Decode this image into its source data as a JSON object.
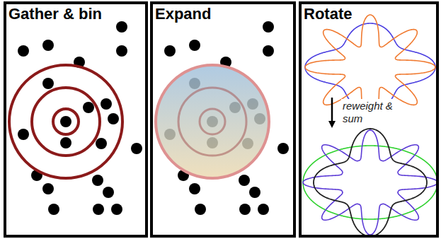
{
  "diagram": {
    "nodes": [
      {
        "text": [
          "Gather & bin"
        ]
      },
      {
        "text": [
          "Expand"
        ]
      },
      {
        "text": [
          "Rotate"
        ]
      }
    ],
    "labels": [
      "reweight & sum"
    ]
  }
}
